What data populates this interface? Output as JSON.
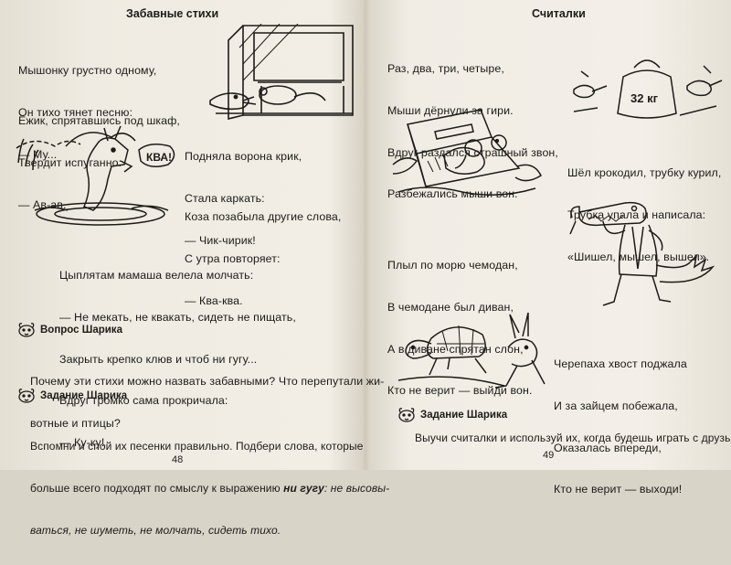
{
  "left_page": {
    "heading": "Забавные стихи",
    "poem1": [
      "Мышонку грустно одному,",
      "Он тихо тянет песню:",
      "— Му..."
    ],
    "poem2": [
      "Ёжик, спрятавшись под шкаф,",
      "Твердит испуганно:",
      "— Ав-ав."
    ],
    "bubble": "КВА!",
    "poem3": [
      "Подняла ворона крик,",
      "Стала каркать:",
      "— Чик-чирик!"
    ],
    "poem4": [
      "Коза позабыла другие слова,",
      "С утра повторяет:",
      "— Ква-ква."
    ],
    "poem5": [
      "Цыплятам мамаша велела молчать:",
      "— Не мекать, не квакать, сидеть не пищать,",
      "Закрыть крепко клюв и чтоб ни гугу...",
      "Вдруг громко сама прокричала:",
      "— Ку-ку!"
    ],
    "question_title": "Вопрос Шарика",
    "question_lines": [
      "Почему эти стихи можно назвать забавными? Что перепутали жи-",
      "вотные и птицы?"
    ],
    "task_title": "Задание Шарика",
    "task_line1": "Вспомни и спой их песенки правильно. Подбери слова, которые",
    "task_line2_pre": "больше всего подходят по смыслу к выражению ",
    "task_line2_bold": "ни гугу",
    "task_line2_post": ": не высовы-",
    "task_line3": "ваться, не шуметь, не молчать, сидеть тихо.",
    "page_number": "48"
  },
  "right_page": {
    "heading": "Считалки",
    "poem1": [
      "Раз, два, три, четыре,",
      "Мыши дёрнули за гири.",
      "Вдруг раздался страшный звон,",
      "Разбежались мыши вон."
    ],
    "weight_label": "32 кг",
    "poem2": [
      "Шёл крокодил, трубку курил,",
      "Трубка упала и написала:",
      "«Шишел, мышел, вышел»."
    ],
    "poem3": [
      "Плыл по морю чемодан,",
      "В чемодане был диван,",
      "А в диване спрятан слон,",
      "Кто не верит — выйди вон."
    ],
    "poem4": [
      "Черепаха хвост поджала",
      "И за зайцем побежала,",
      "Оказалась впереди,",
      "Кто не верит — выходи!"
    ],
    "task_title": "Задание Шарика",
    "task_line": "Выучи считалки и используй их, когда будешь играть с друзьями.",
    "page_number": "49"
  },
  "colors": {
    "paper": "#f2eee6",
    "ink": "#1d1b18",
    "spine": "#cfc9bb"
  },
  "icons": [
    "mouse-under-cabinet-illustration",
    "goat-in-pond-illustration",
    "dog-head-icon",
    "suitcase-illustration",
    "weight-with-mice-illustration",
    "crocodile-with-pipe-illustration",
    "turtle-and-hare-illustration"
  ]
}
